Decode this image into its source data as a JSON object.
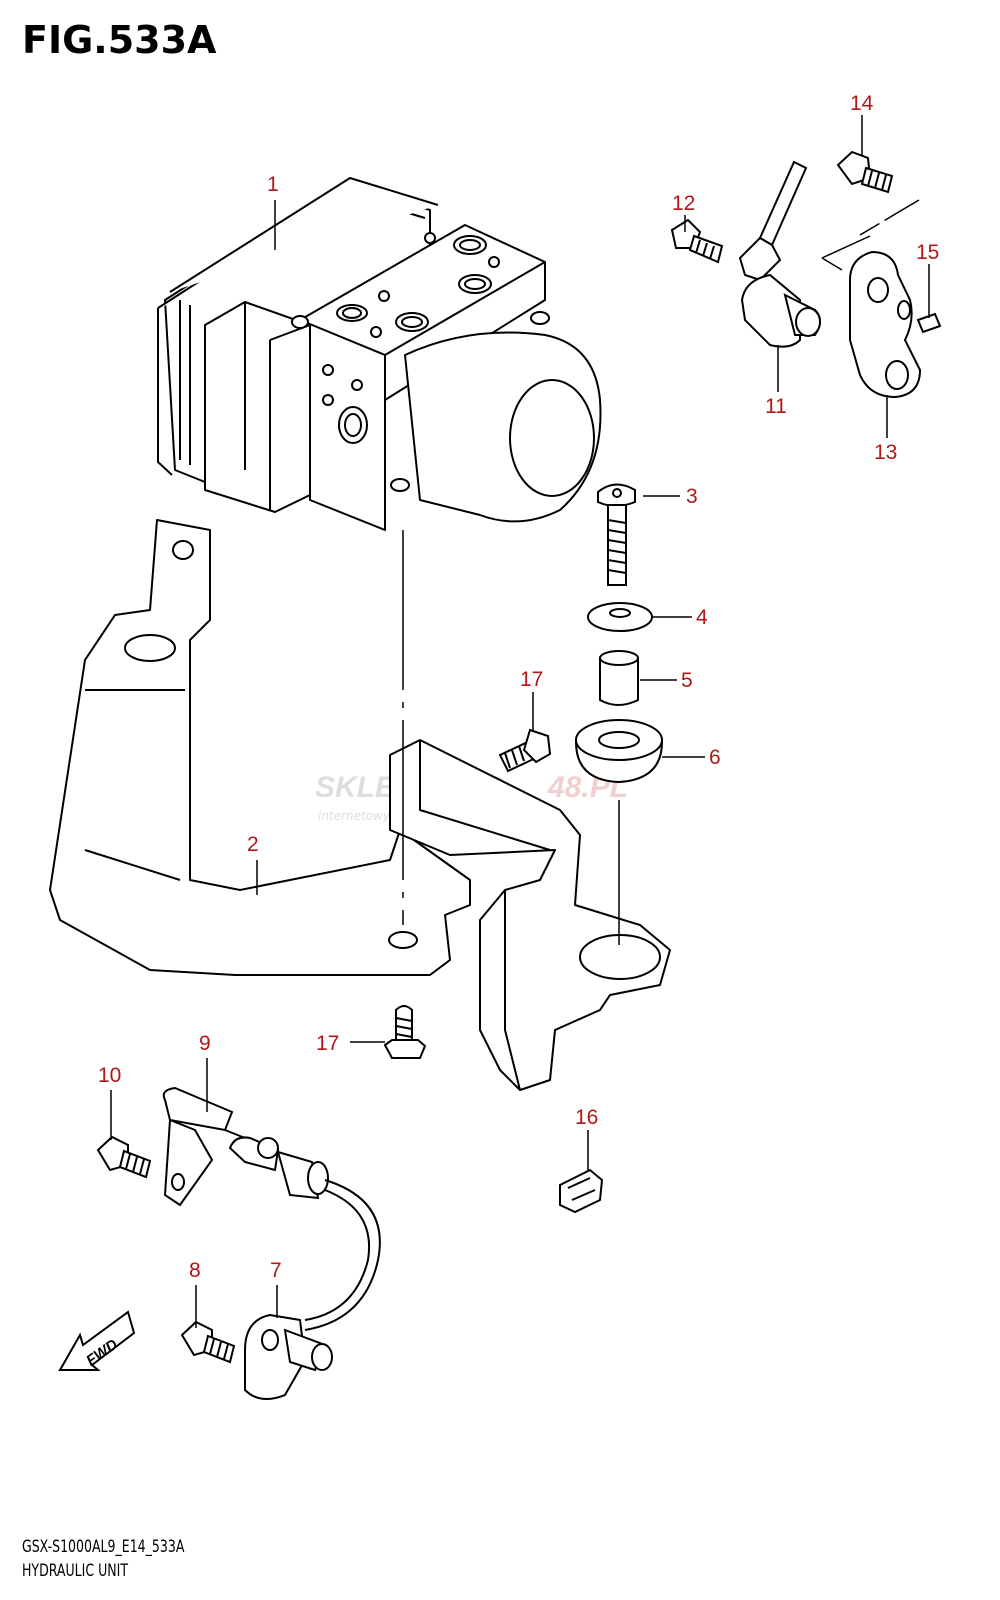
{
  "figure": {
    "title": "FIG.533A",
    "code": "GSX-S1000AL9_E14_533A",
    "name": "HYDRAULIC UNIT"
  },
  "watermark": {
    "text_left": "SKLEPMOTO",
    "text_right": "48.PL",
    "subtitle": "internetowy sklep motocyklowy"
  },
  "colors": {
    "callout": "#b01818",
    "line": "#000000",
    "watermark": "#c9c9c9"
  },
  "callouts": [
    {
      "num": "1"
    },
    {
      "num": "2"
    },
    {
      "num": "3"
    },
    {
      "num": "4"
    },
    {
      "num": "5"
    },
    {
      "num": "6"
    },
    {
      "num": "7"
    },
    {
      "num": "8"
    },
    {
      "num": "9"
    },
    {
      "num": "10"
    },
    {
      "num": "11"
    },
    {
      "num": "12"
    },
    {
      "num": "13"
    },
    {
      "num": "14"
    },
    {
      "num": "15"
    },
    {
      "num": "16"
    },
    {
      "num": "17"
    },
    {
      "num": "17"
    }
  ],
  "fwd": {
    "label": "FWD",
    "icon": "fwd-arrow-icon"
  }
}
